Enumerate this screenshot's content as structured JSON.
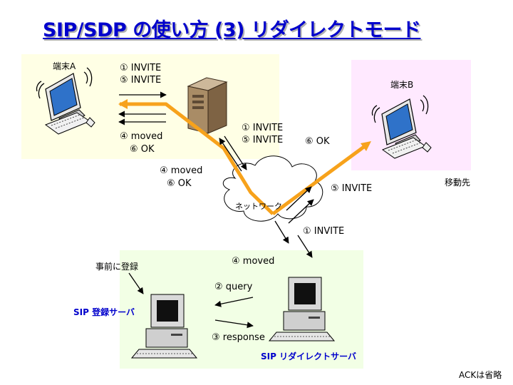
{
  "title": "SIP/SDP の使い方 (3) リダイレクトモード",
  "terminal_a": "端末A",
  "terminal_b": "端末B",
  "move_dest": "移動先",
  "network": "ネットワーク",
  "pre_register": "事前に登録",
  "reg_server": "SIP 登録サーバ",
  "redirect_server": "SIP リダイレクトサーバ",
  "footnote": "ACKは省略",
  "messages": {
    "invite1": "① INVITE",
    "invite5": "⑤ INVITE",
    "moved4": "④ moved",
    "ok6": "⑥ OK",
    "ok6b": "⑥ OK",
    "invite5_net": "⑤ INVITE",
    "query2": "② query",
    "response3": "③ response"
  },
  "colors": {
    "title": "#0000cc",
    "zone_a": "#ffffe5",
    "zone_b": "#ffe9ff",
    "zone_servers": "#f2ffe5",
    "path": "#f7a21b"
  }
}
